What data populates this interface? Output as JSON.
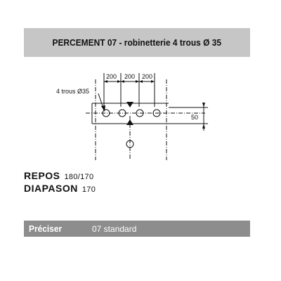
{
  "header": {
    "title": "PERCEMENT 07 - robinetterie 4 trous Ø 35"
  },
  "drawing": {
    "spacing_labels": [
      "200",
      "200",
      "200"
    ],
    "hole_label": "4 trous Ø35",
    "depth_label": "50",
    "hole_count": 4
  },
  "specs": [
    {
      "label": "REPOS",
      "value": "180/170"
    },
    {
      "label": "DIAPASON",
      "value": "170"
    }
  ],
  "footer": {
    "label": "Préciser",
    "value": "07 standard"
  }
}
